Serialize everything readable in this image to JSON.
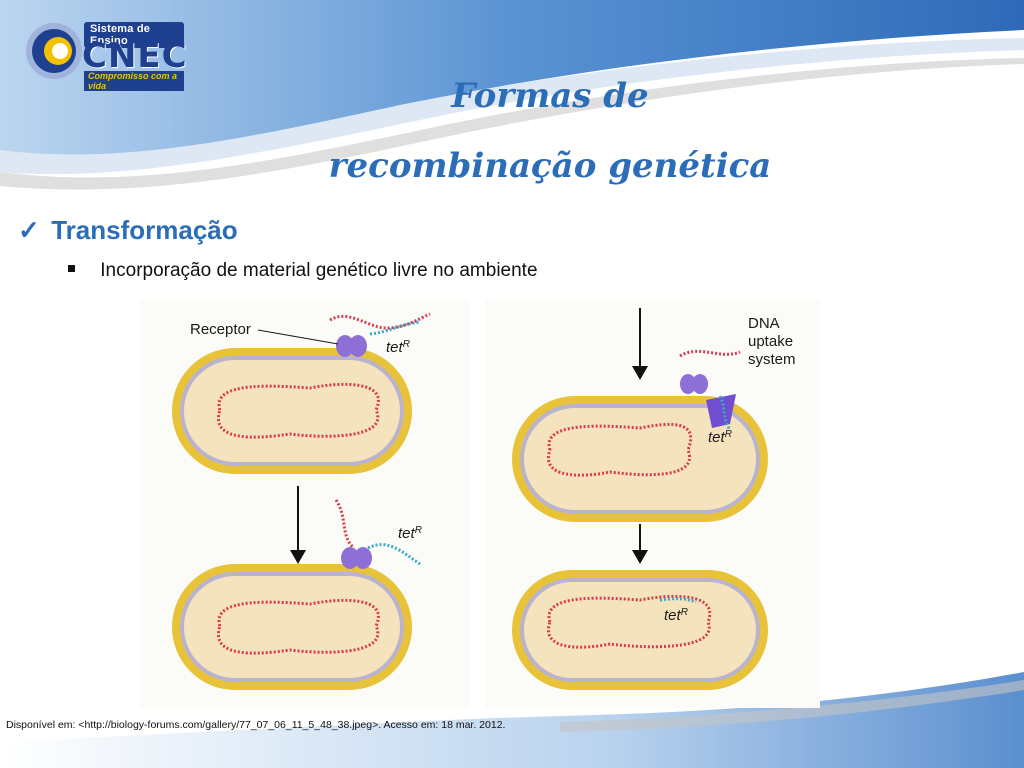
{
  "logo": {
    "top_text": "Sistema de Ensino",
    "main_text": "CNEC",
    "tagline": "Compromisso com a vida"
  },
  "title": {
    "line1": "Formas de",
    "line2": "recombinação genética"
  },
  "bullets": {
    "level1": "Transformação",
    "level2": "Incorporação de material genético livre no ambiente"
  },
  "figure": {
    "label_receptor": "Receptor",
    "label_tet": "tet",
    "label_tet_sup": "R",
    "label_dna_line1": "DNA",
    "label_dna_line2": "uptake",
    "label_dna_line3": "system"
  },
  "caption": "Disponível em: <http://biology-forums.com/gallery/77_07_06_11_5_48_38.jpeg>. Acesso em: 18 mar. 2012.",
  "colors": {
    "title_blue": "#2b6db7",
    "brand_blue": "#1f3f8f",
    "swoosh_blue": "#3d7cc9",
    "cell_yellow": "#e8c33a",
    "dna_red": "#d93a4f",
    "dna_cyan": "#3aa9c9",
    "receptor_purple": "#8d6fd6"
  }
}
